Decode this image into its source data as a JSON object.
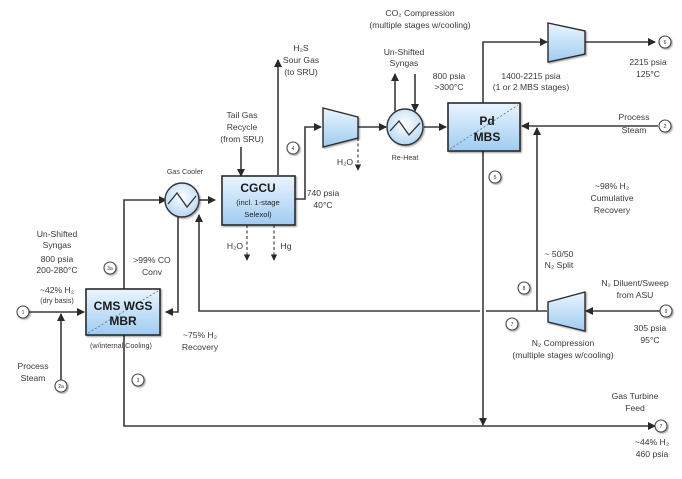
{
  "diagram": {
    "type": "process-flow-diagram",
    "colors": {
      "unit_fill_top": "#eaf5ff",
      "unit_fill_bottom": "#9fcbf0",
      "line": "#3a3a3a"
    },
    "units": {
      "cms_wgs_mbr": {
        "title1": "CMS WGS",
        "title2": "MBR",
        "note": "(w/internal   Cooling)"
      },
      "cgcu": {
        "title": "CGCU",
        "sub1": "(incl. 1-stage",
        "sub2": "Selexol)"
      },
      "pd_mbs": {
        "title1": "Pd",
        "title2": "MBS"
      },
      "gas_cooler": {
        "label": "Gas Cooler"
      },
      "reheat": {
        "label": "Re-Heat"
      }
    },
    "labels": {
      "unshifted_syngas_in": [
        "Un-Shifted",
        "Syngas",
        "800 psia",
        "200-280°C",
        "~42% H₂"
      ],
      "dry_basis": "(dry basis)",
      "process_steam_left": [
        "Process",
        "Steam"
      ],
      "co_conv": [
        ">99% CO",
        "Conv"
      ],
      "h2_recovery_75": [
        "~75% H₂",
        "Recovery"
      ],
      "tail_gas": [
        "Tail Gas",
        "Recycle",
        "(from SRU)"
      ],
      "h2s_sour_gas": [
        "H₂S",
        "Sour Gas",
        "(to SRU)"
      ],
      "cgcu_outputs": [
        "H₂O",
        "Hg"
      ],
      "cgcu_out_cond": [
        "740 psia",
        "40°C"
      ],
      "compressor_h2o": "H₂O",
      "unshifted_syngas_reheat": [
        "Un-Shifted",
        "Syngas"
      ],
      "co2_compression": [
        "CO₂ Compression",
        "(multiple stages w/cooling)"
      ],
      "mbs_in_cond": [
        "800 psia",
        ">300°C"
      ],
      "mbs_retentate": [
        "1400-2215 psia",
        "(1 or 2 MBS stages)"
      ],
      "co2_out": [
        "2215 psia",
        "125°C"
      ],
      "process_steam_right": [
        "Process",
        "Steam"
      ],
      "h2_recovery_98": [
        "~98% H₂",
        "Cumulative",
        "Recovery"
      ],
      "n2_split": [
        "~ 50/50",
        "N₂ Split"
      ],
      "n2_diluent": [
        "N₂ Diluent/Sweep",
        "from ASU"
      ],
      "n2_in_cond": [
        "305 psia",
        "95°C"
      ],
      "n2_compression": [
        "N₂ Compression",
        "(multiple stages w/cooling)"
      ],
      "gas_turbine_feed": [
        "Gas Turbine",
        "Feed"
      ],
      "gt_feed_cond": [
        "~44% H₂",
        "460 psia"
      ]
    },
    "stream_markers": [
      "1",
      "2a",
      "3a",
      "3",
      "4",
      "5",
      "6",
      "2",
      "8",
      "7",
      "9",
      "7"
    ]
  }
}
